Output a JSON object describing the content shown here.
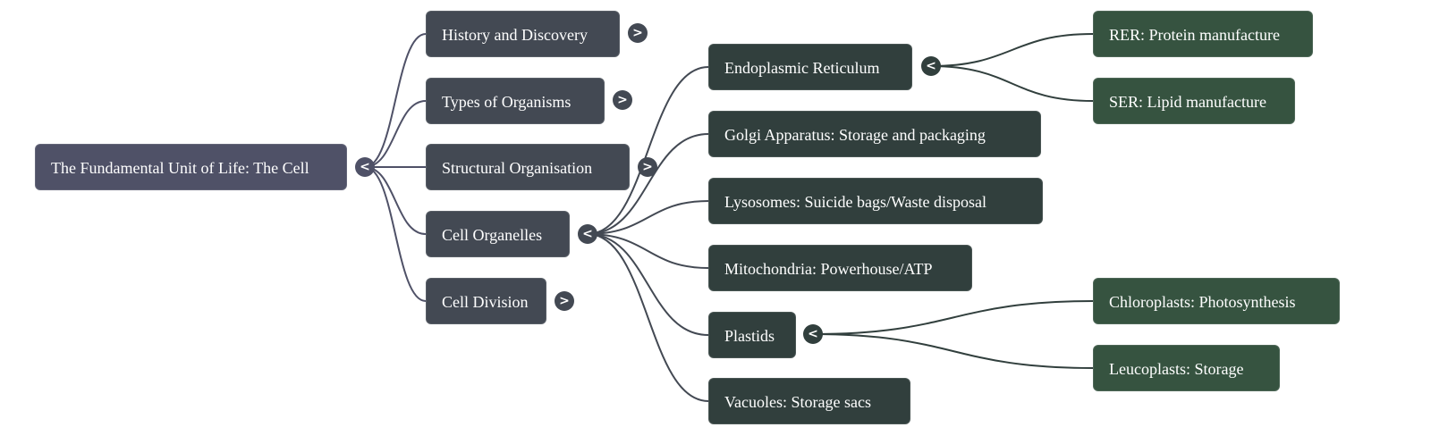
{
  "colors": {
    "root": "#4f5167",
    "level1": "#434953",
    "level2": "#313f3d",
    "level3": "#365340",
    "edge_level1": "#4f5167",
    "edge_level2": "#434953",
    "edge_level3": "#313f3d"
  },
  "toggle_glyphs": {
    "expanded": "<",
    "collapsed": ">"
  },
  "mindmap": {
    "root": {
      "label": "The Fundamental Unit of Life: The Cell",
      "state": "expanded"
    },
    "branches": [
      {
        "label": "History and Discovery",
        "state": "collapsed"
      },
      {
        "label": "Types of Organisms",
        "state": "collapsed"
      },
      {
        "label": "Structural Organisation",
        "state": "collapsed"
      },
      {
        "label": "Cell Organelles",
        "state": "expanded",
        "children": [
          {
            "label": "Endoplasmic Reticulum",
            "state": "expanded",
            "children": [
              {
                "label": "RER: Protein manufacture"
              },
              {
                "label": "SER: Lipid manufacture"
              }
            ]
          },
          {
            "label": "Golgi Apparatus: Storage and packaging"
          },
          {
            "label": "Lysosomes: Suicide bags/Waste disposal"
          },
          {
            "label": "Mitochondria: Powerhouse/ATP"
          },
          {
            "label": "Plastids",
            "state": "expanded",
            "children": [
              {
                "label": "Chloroplasts: Photosynthesis"
              },
              {
                "label": "Leucoplasts: Storage"
              }
            ]
          },
          {
            "label": "Vacuoles: Storage sacs"
          }
        ]
      },
      {
        "label": "Cell Division",
        "state": "collapsed"
      }
    ]
  }
}
